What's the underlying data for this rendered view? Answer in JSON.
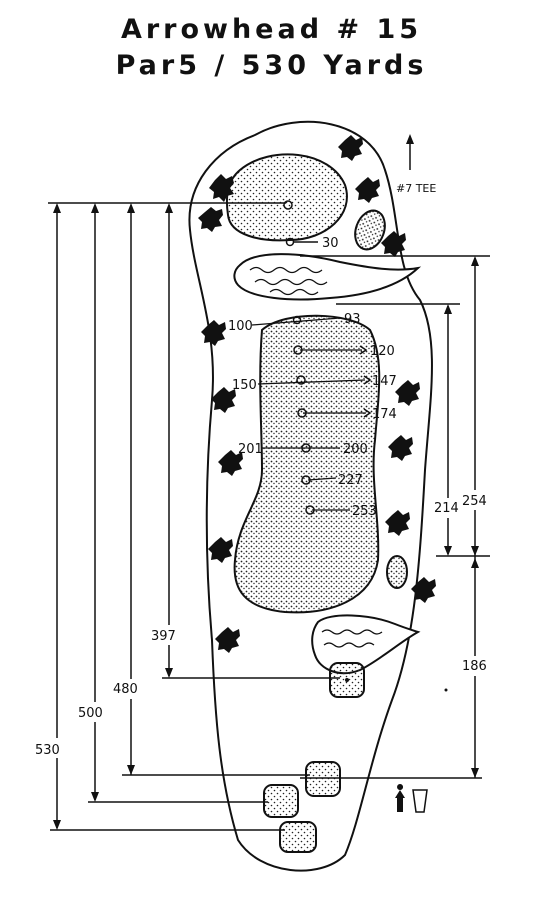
{
  "title_line1": "Arrowhead # 15",
  "title_line2": "Par5 / 530 Yards",
  "tee_label": "#7 TEE",
  "green_marker": "30",
  "left_distances": [
    "530",
    "500",
    "480",
    "397"
  ],
  "right_distances": [
    "254",
    "214",
    "186"
  ],
  "fairway_left_markers": [
    "100",
    "150",
    "201"
  ],
  "fairway_right_markers": [
    "93",
    "120",
    "147",
    "174",
    "200",
    "227",
    "253"
  ],
  "colors": {
    "ink": "#111111",
    "paper": "#ffffff"
  }
}
